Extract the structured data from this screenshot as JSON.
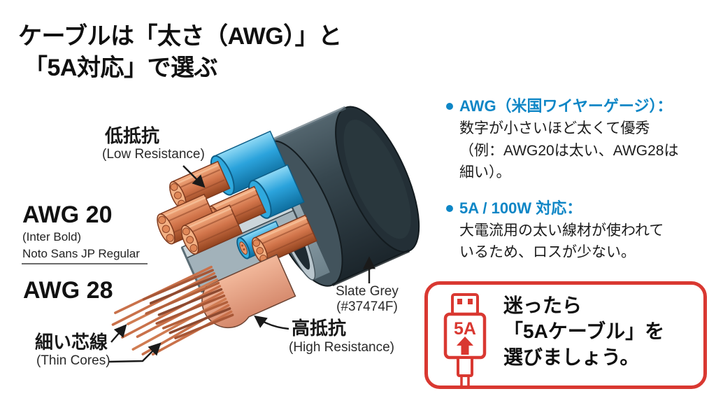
{
  "title": {
    "line1": "ケーブルは「太さ（AWG）」と",
    "line2": "「5A対応」で選ぶ"
  },
  "diagram": {
    "labels": {
      "low_resistance_jp": "低抵抗",
      "low_resistance_en": "(Low Resistance)",
      "awg20": "AWG 20",
      "awg20_sub1": "(Inter Bold)",
      "awg20_sub2": "Noto Sans JP Regular",
      "awg28": "AWG 28",
      "thin_cores_jp": "細い芯線",
      "thin_cores_en": "(Thin Cores)",
      "high_resistance_jp": "高抵抗",
      "high_resistance_en": "(High Resistance)",
      "slate_grey_line1": "Slate Grey",
      "slate_grey_line2": "(#37474F)"
    },
    "colors": {
      "jacket_slate_grey": "#37474F",
      "insulation_blue": "#2AA3DC",
      "copper": "#D1744A",
      "accent_red": "#D93831",
      "heading_blue": "#0E86C6"
    }
  },
  "bullets": [
    {
      "heading": "AWG（米国ワイヤーゲージ）：",
      "body": "数字が小さいほど太くて優秀\n（例：AWG20は太い、AWG28は\n細い）。"
    },
    {
      "heading": "5A / 100W 対応：",
      "body": "大電流用の太い線材が使われて\nいるため、ロスが少ない。"
    }
  ],
  "recommendation": {
    "icon": "usb-plug-5a-icon",
    "icon_label": "5A",
    "text": "迷ったら\n「5Aケーブル」を\n選びましょう。"
  }
}
